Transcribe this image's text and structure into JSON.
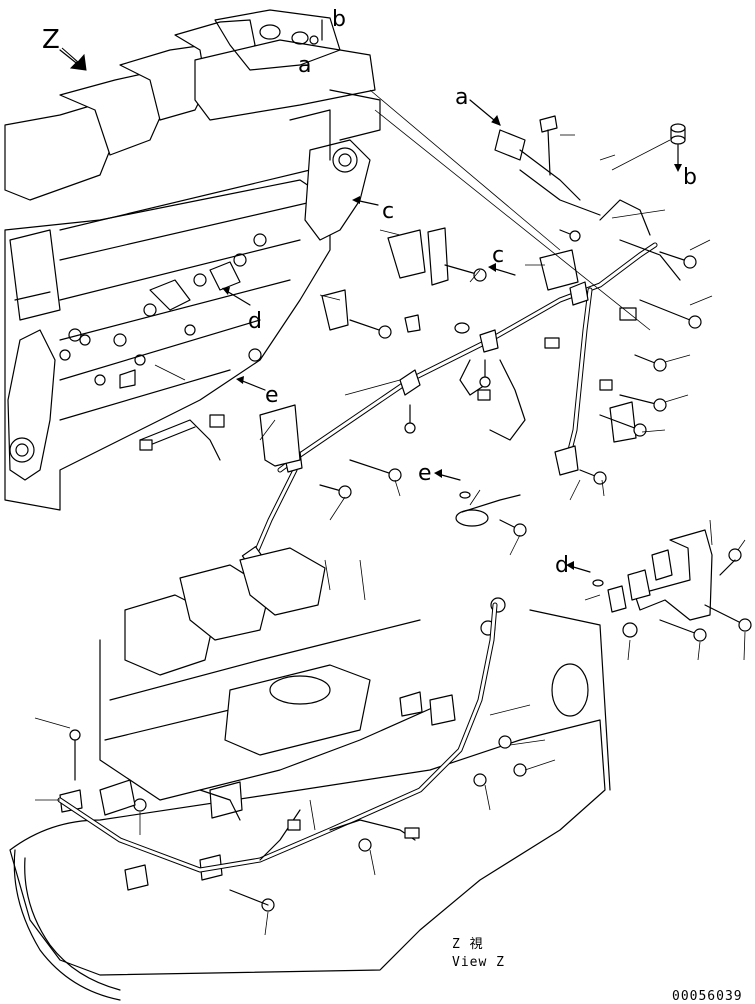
{
  "labels": {
    "view_marker": "Z",
    "a_top": "a",
    "b_top": "b",
    "a_right": "a",
    "b_right": "b",
    "c_upper": "c",
    "c_mid": "c",
    "d_left": "d",
    "d_right": "d",
    "e_left": "e",
    "e_mid": "e"
  },
  "caption": {
    "line1": "Z  視",
    "line2": "View Z"
  },
  "figure_number": "00056039"
}
